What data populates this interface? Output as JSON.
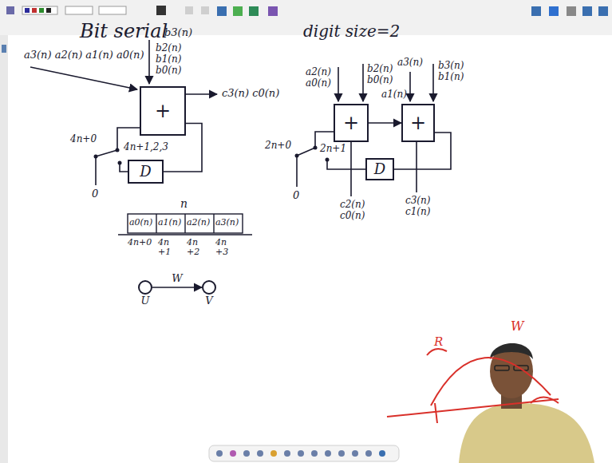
{
  "diagram": {
    "title": "Bit serial",
    "nodes": [
      {
        "text": [
          "+"
        ]
      },
      {
        "text": [
          "D"
        ]
      },
      {
        "text": [
          "+"
        ]
      },
      {
        "text": [
          "+"
        ]
      },
      {
        "text": [
          "D"
        ]
      },
      {
        "text": [
          "U"
        ]
      },
      {
        "text": [
          "V"
        ]
      }
    ],
    "edges": [
      {
        "from": 0,
        "to": 1,
        "arrow": "none"
      },
      {
        "from": 2,
        "to": 3,
        "arrow": "to"
      },
      {
        "from": 3,
        "to": 4,
        "arrow": "none"
      },
      {
        "from": 5,
        "to": 6,
        "label": "W",
        "arrow": "to"
      }
    ],
    "labels": [
      "b3(n)",
      "b2(n)",
      "b1(n)",
      "b0(n)",
      "a3(n) a2(n) a1(n) a0(n)",
      "c3(n) c0(n)",
      "4n+0",
      "4n+1,2,3",
      "0",
      "n",
      "a0(n)",
      "a1(n)",
      "a2(n)",
      "a3(n)",
      "4n+0",
      "4n +1",
      "4n +2",
      "4n +3",
      "digit size=2",
      "a2(n)",
      "a0(n)",
      "b2(n)",
      "b0(n)",
      "a3(n)",
      "a1(n)",
      "b3(n)",
      "b1(n)",
      "2n+0",
      "2n+1",
      "0",
      "c2(n)",
      "c0(n)",
      "c3(n)",
      "c1(n)",
      "R",
      "W"
    ]
  }
}
